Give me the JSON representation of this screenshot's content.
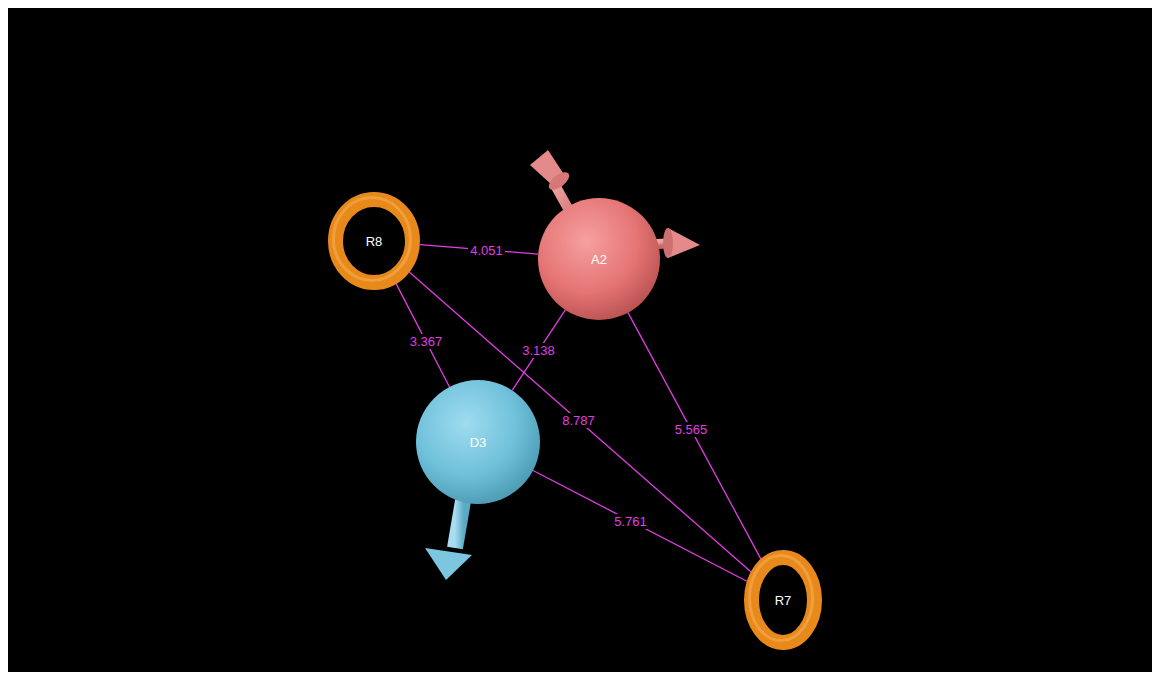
{
  "diagram": {
    "nodes": [
      {
        "text": [
          "R8"
        ]
      },
      {
        "text": [
          "A2"
        ]
      },
      {
        "text": [
          "D3"
        ]
      },
      {
        "text": [
          "R7"
        ]
      }
    ],
    "edges": [
      {
        "from": 0,
        "to": 1,
        "arrow": "none",
        "label": "4.051"
      },
      {
        "from": 0,
        "to": 2,
        "arrow": "none",
        "label": "3.367"
      },
      {
        "from": 1,
        "to": 2,
        "arrow": "none",
        "label": "3.138"
      },
      {
        "from": 0,
        "to": 3,
        "arrow": "none",
        "label": "8.787"
      },
      {
        "from": 1,
        "to": 3,
        "arrow": "none",
        "label": "5.565"
      },
      {
        "from": 2,
        "to": 3,
        "arrow": "none",
        "label": "5.761"
      }
    ]
  }
}
